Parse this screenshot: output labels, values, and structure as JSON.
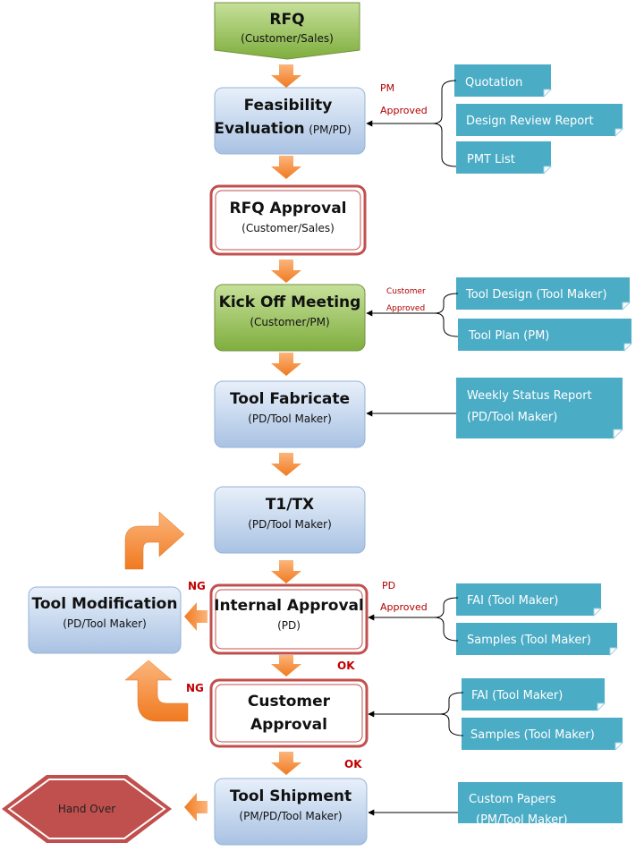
{
  "steps": {
    "rfq": {
      "title": "RFQ",
      "sub": "(Customer/Sales)"
    },
    "feasibility": {
      "title1": "Feasibility",
      "title2": "Evaluation",
      "sub": "(PM/PD)"
    },
    "rfq_approval": {
      "title": "RFQ Approval",
      "sub": "(Customer/Sales)"
    },
    "kickoff": {
      "title": "Kick Off Meeting",
      "sub": "(Customer/PM)"
    },
    "fabricate": {
      "title": "Tool Fabricate",
      "sub": "(PD/Tool Maker)"
    },
    "t1tx": {
      "title": "T1/TX",
      "sub": "(PD/Tool Maker)"
    },
    "internal": {
      "title": "Internal Approval",
      "sub": "(PD)"
    },
    "modification": {
      "title": "Tool Modification",
      "sub": "(PD/Tool Maker)"
    },
    "customer_approval": {
      "title1": "Customer",
      "title2": "Approval"
    },
    "shipment": {
      "title": "Tool Shipment",
      "sub": "(PM/PD/Tool Maker)"
    },
    "handover": {
      "label": "Hand Over"
    }
  },
  "docs": {
    "quotation": "Quotation",
    "design_review": "Design Review Report",
    "pmt_list": "PMT List",
    "tool_design": "Tool Design (Tool Maker)",
    "tool_plan": "Tool Plan (PM)",
    "weekly1": "Weekly Status Report",
    "weekly2": "(PD/Tool Maker)",
    "fai1": "FAI (Tool Maker)",
    "samples1": "Samples (Tool Maker)",
    "fai2": "FAI (Tool Maker)",
    "samples2": "Samples (Tool Maker)",
    "custom1": "Custom Papers",
    "custom2": "(PM/Tool Maker)"
  },
  "labels": {
    "pm": "PM",
    "approved": "Approved",
    "customer": "Customer",
    "approved2": "Approved",
    "pd": "PD",
    "approved3": "Approved",
    "ng1": "NG",
    "ng2": "NG",
    "ok1": "OK",
    "ok2": "OK"
  },
  "colors": {
    "step_blue": "#c9d9ee",
    "step_green": "#9bc35e",
    "approval_border": "#c0504d",
    "doc_teal": "#4bacc6",
    "arrow_orange": "#f79646",
    "handover_red": "#c0504d"
  }
}
